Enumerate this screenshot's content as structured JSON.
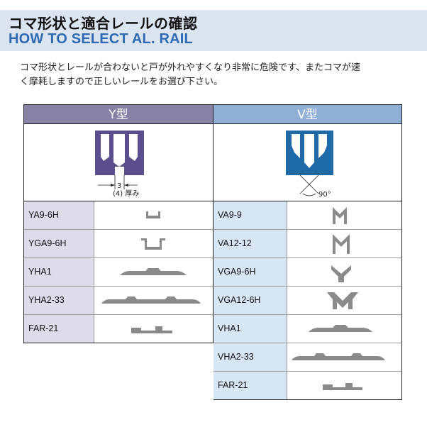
{
  "header": {
    "title_jp": "コマ形状と適合レールの確認",
    "title_en": "HOW TO SELECT AL. RAIL"
  },
  "description": {
    "line1": "コマ形状とレールが合わないと戸が外れやすくなり非常に危険です、またコマが速",
    "line2": "く摩耗しますので正しいレールをお選び下さい。"
  },
  "y_type": {
    "heading": "Y型",
    "dim_value": "3",
    "dim_note": "(4) 厚み",
    "rails": [
      "YA9-6H",
      "YGA9-6H",
      "YHA1",
      "YHA2-33",
      "FAR-21"
    ]
  },
  "v_type": {
    "heading": "V型",
    "angle": "90°",
    "rails": [
      "VA9-9",
      "VA12-12",
      "VGA9-6H",
      "VGA12-6H",
      "VHA1",
      "VHA2-33",
      "FAR-21"
    ]
  },
  "colors": {
    "header_bg": "#dbe4f1",
    "title_en": "#2d6ab3",
    "y_head": "#8882a6",
    "y_name_bg": "#dedbea",
    "y_block": "#5a4f8c",
    "v_head": "#8fb0d4",
    "v_name_bg": "#d7e6f4",
    "v_block": "#1f6aa6",
    "rail_gray": "#8a8a8a"
  }
}
